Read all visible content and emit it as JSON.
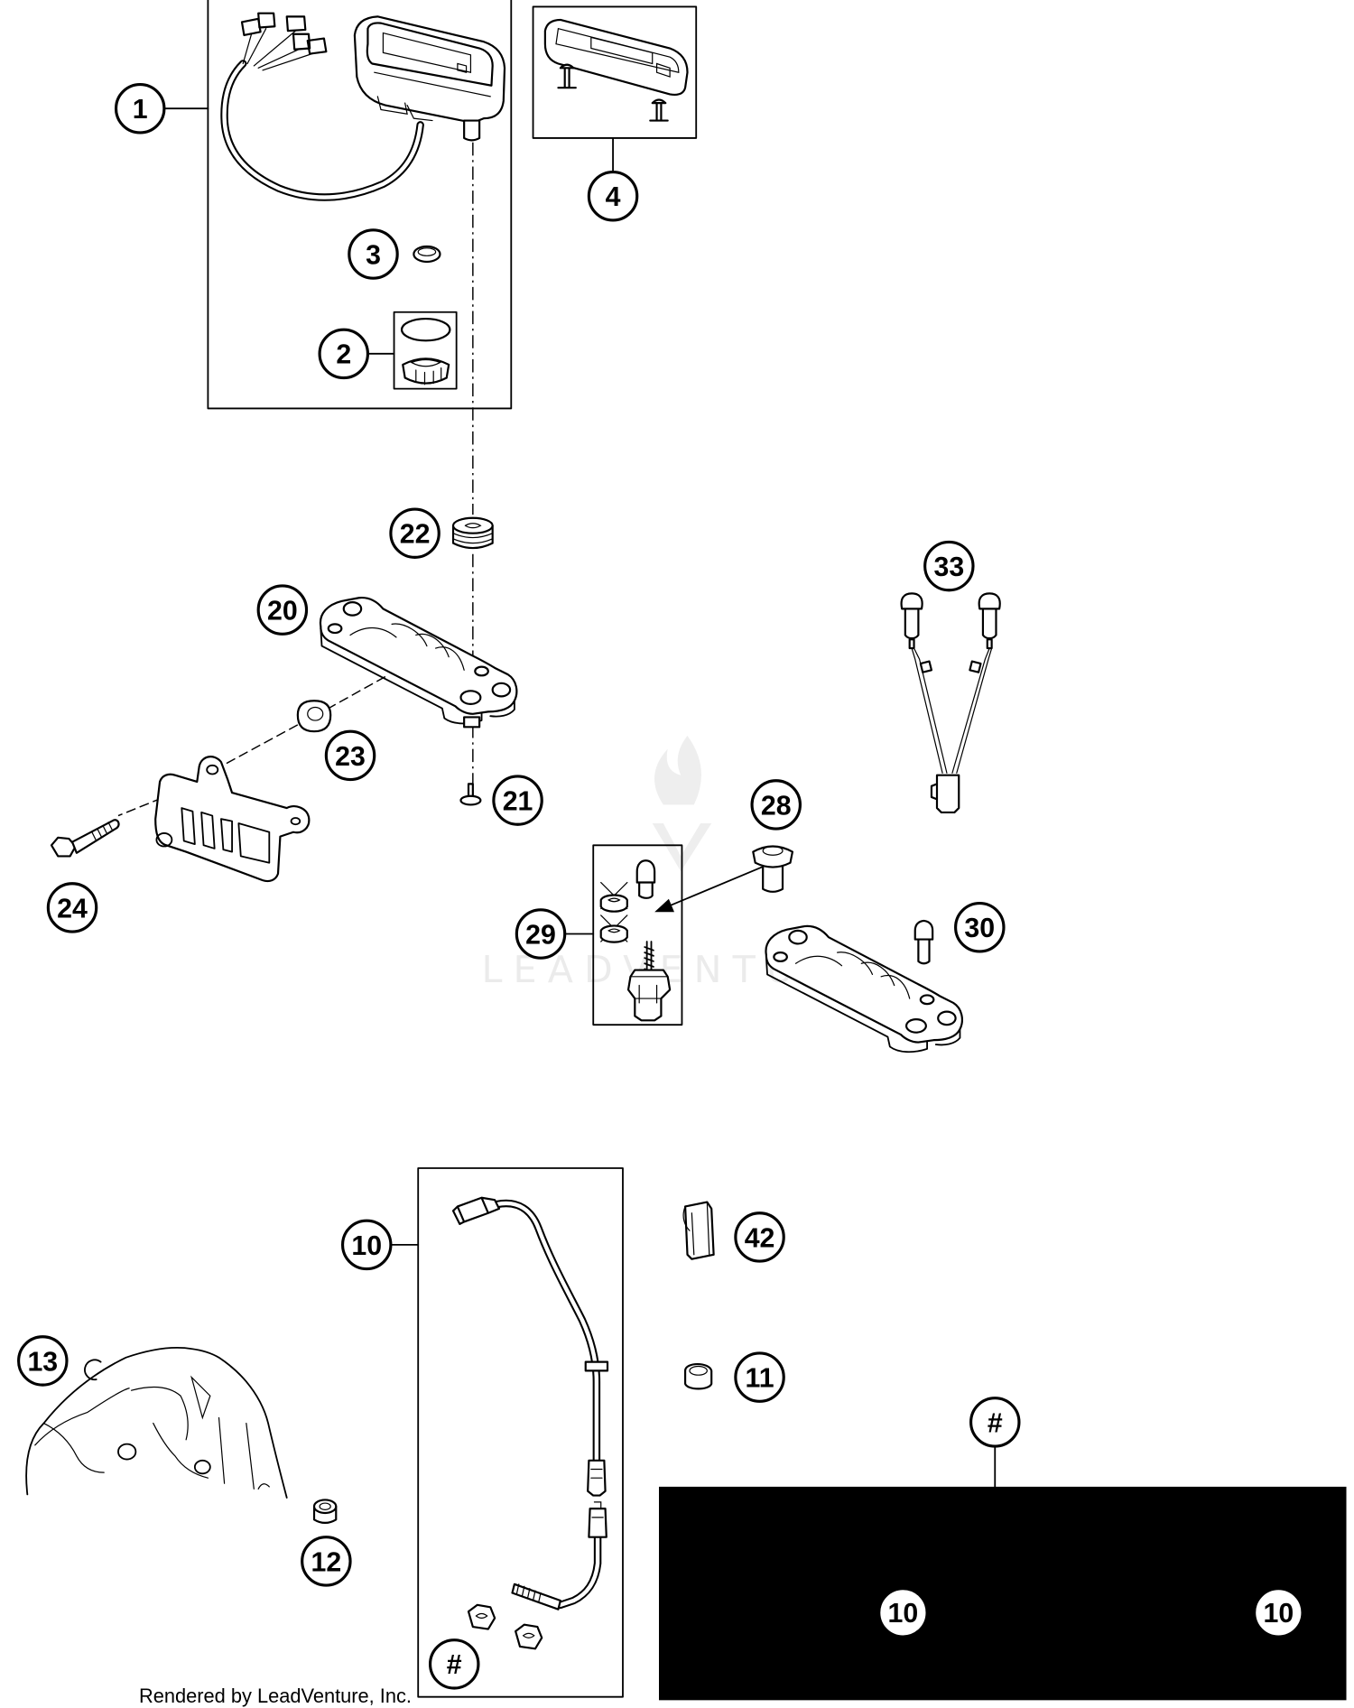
{
  "diagram": {
    "callouts": [
      "1",
      "2",
      "3",
      "4",
      "22",
      "20",
      "23",
      "21",
      "24",
      "33",
      "28",
      "29",
      "30",
      "10",
      "42",
      "11",
      "13",
      "12",
      "#",
      "#",
      "10",
      "10"
    ]
  },
  "footer": {
    "credit": "Rendered by LeadVenture, Inc."
  },
  "watermark": {
    "text": "LEADVENTURE"
  },
  "colors": {
    "line": "#000000",
    "background": "#ffffff",
    "legend_box": "#000000"
  }
}
